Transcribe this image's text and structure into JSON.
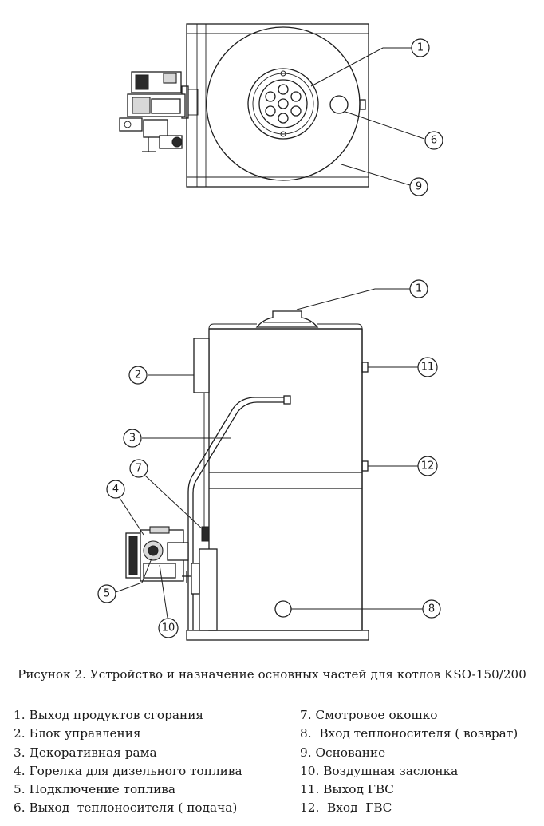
{
  "figure": {
    "caption": "Рисунок 2. Устройство и назначение основных частей для котлов KSO-150/200",
    "top_view_callouts": [
      "1",
      "6",
      "9"
    ],
    "side_view_callouts": [
      "1",
      "2",
      "3",
      "4",
      "5",
      "7",
      "8",
      "10",
      "11",
      "12"
    ]
  },
  "legend": {
    "left": [
      "1. Выход продуктов сгорания",
      "2. Блок управления",
      "3. Декоративная рама",
      "4. Горелка для дизельного топлива",
      "5. Подключение топлива",
      "6. Выход  теплоносителя ( подача)"
    ],
    "right": [
      "7. Смотровое окошко",
      "8.  Вход теплоносителя ( возврат)",
      "9. Основание",
      "10. Воздушная заслонка",
      "11. Выход ГВС",
      "12.  Вход  ГВС"
    ]
  }
}
